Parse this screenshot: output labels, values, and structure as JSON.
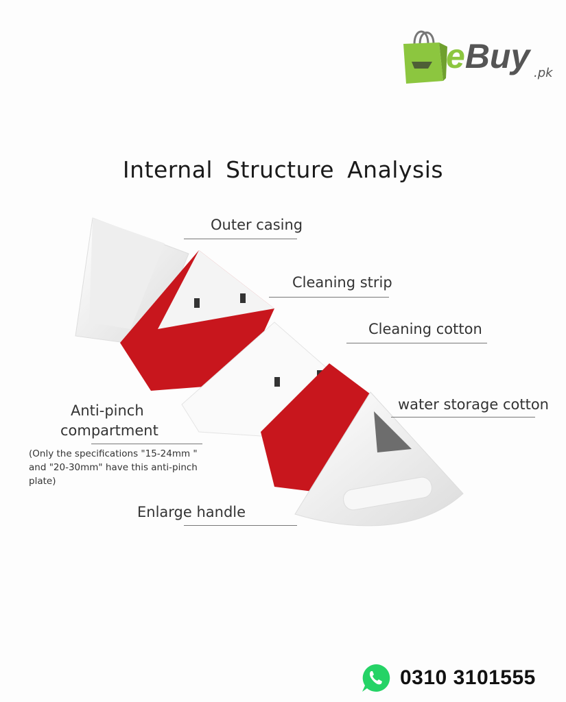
{
  "brand": {
    "name": "eBuy",
    "suffix": ".pk",
    "colors": {
      "green": "#8cc63f",
      "gray": "#555555"
    }
  },
  "title": "Internal Structure Analysis",
  "labels": {
    "outer_casing": "Outer casing",
    "cleaning_strip": "Cleaning strip",
    "cleaning_cotton": "Cleaning cotton",
    "water_storage_cotton": "water storage cotton",
    "anti_pinch_line1": "Anti-pinch",
    "anti_pinch_line2": "compartment",
    "anti_pinch_note": "(Only the specifications \"15-24mm \" and \"20-30mm\" have this anti-pinch plate)",
    "enlarge_handle": "Enlarge handle"
  },
  "contact": {
    "icon": "whatsapp-icon",
    "phone": "0310 3101555",
    "color": "#25d366"
  },
  "product_colors": {
    "red": "#c8161d",
    "white": "#f2f2f2",
    "gray": "#6d6d6d"
  }
}
